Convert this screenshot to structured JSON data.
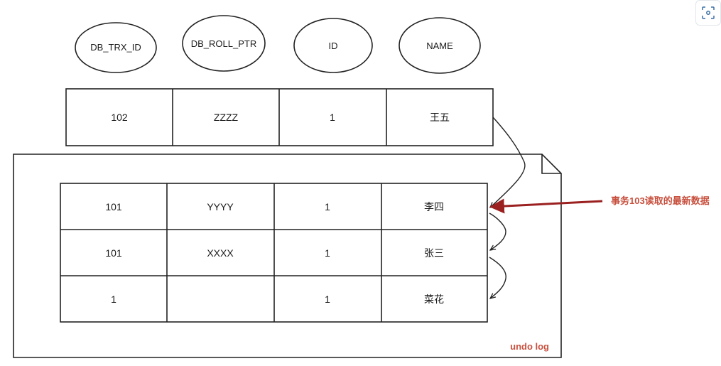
{
  "headers": [
    "DB_TRX_ID",
    "DB_ROLL_PTR",
    "ID",
    "NAME"
  ],
  "current_row": [
    "102",
    "ZZZZ",
    "1",
    "王五"
  ],
  "undo_rows": [
    [
      "101",
      "YYYY",
      "1",
      "李四"
    ],
    [
      "101",
      "XXXX",
      "1",
      "张三"
    ],
    [
      "1",
      "",
      "1",
      "菜花"
    ]
  ],
  "annotation": "事务103读取的最新数据",
  "undo_log_label": "undo log",
  "colors": {
    "accent": "#c8503e",
    "arrow": "#9b2020",
    "stroke": "#222222"
  },
  "icons": [
    "focus-scan-icon"
  ]
}
